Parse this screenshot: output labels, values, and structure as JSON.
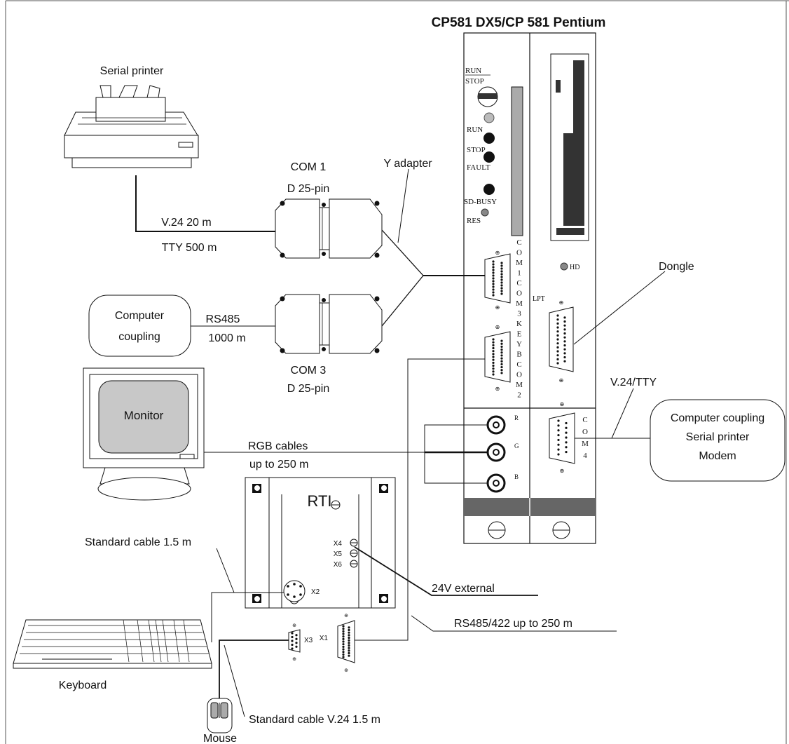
{
  "title": "CP581 DX5/CP 581 Pentium",
  "devices": {
    "serial_printer": "Serial printer",
    "computer_coupling_left": [
      "Computer",
      "coupling"
    ],
    "monitor": "Monitor",
    "keyboard": "Keyboard",
    "mouse": "Mouse",
    "rti": "RTI",
    "dongle": "Dongle",
    "right_box": [
      "Computer coupling",
      "Serial printer",
      "Modem"
    ]
  },
  "connectors": {
    "com1": [
      "COM 1",
      "D 25-pin"
    ],
    "com3": [
      "COM 3",
      "D 25-pin"
    ],
    "y_adapter": "Y adapter"
  },
  "cables": {
    "printer": [
      "V.24 20 m",
      "TTY 500 m"
    ],
    "computer": [
      "RS485",
      "1000 m"
    ],
    "rgb": [
      "RGB cables",
      "up to 250 m"
    ],
    "keyboard": "Standard cable 1.5 m",
    "mouse": "Standard cable V.24 1.5 m",
    "com4": "V.24/TTY",
    "power": "24V external",
    "rs485": "RS485/422 up to 250 m"
  },
  "panel": {
    "run_stop_switch": [
      "RUN",
      "STOP"
    ],
    "leds": [
      "RUN",
      "STOP",
      "FAULT",
      "SD-BUSY"
    ],
    "res": "RES",
    "com13": [
      "C",
      "O",
      "M",
      "1",
      "C",
      "O",
      "M",
      "3"
    ],
    "keyb_com2": [
      "K",
      "E",
      "Y",
      "B",
      "C",
      "O",
      "M",
      "2"
    ],
    "com4": [
      "C",
      "O",
      "M",
      "4"
    ],
    "hd": "HD",
    "lpt": "LPT",
    "rgb": [
      "R",
      "G",
      "B"
    ]
  },
  "rti_ports": [
    "X1",
    "X2",
    "X3",
    "X4",
    "X5",
    "X6"
  ]
}
